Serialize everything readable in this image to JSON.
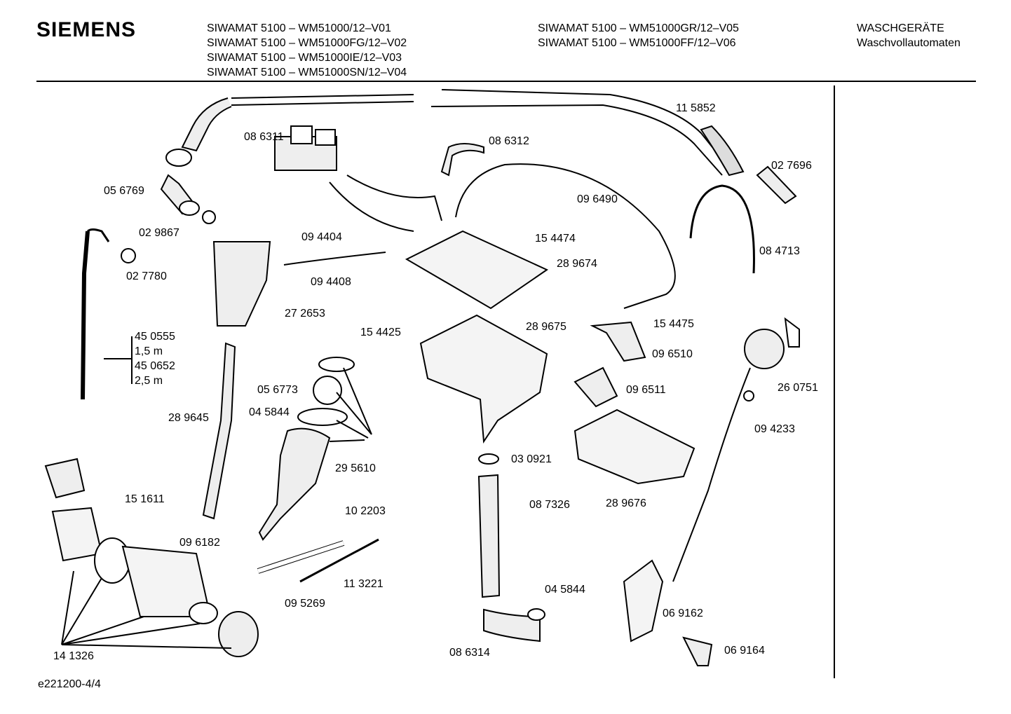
{
  "header": {
    "brand": "SIEMENS",
    "models_left": [
      "SIWAMAT 5100 – WM51000/12–V01",
      "SIWAMAT 5100 – WM51000FG/12–V02",
      "SIWAMAT 5100 – WM51000IE/12–V03",
      "SIWAMAT 5100 – WM51000SN/12–V04"
    ],
    "models_right": [
      "SIWAMAT 5100 – WM51000GR/12–V05",
      "SIWAMAT 5100 – WM51000FF/12–V06"
    ],
    "category": [
      "WASCHGERÄTE",
      "Waschvollautomaten"
    ]
  },
  "parts": [
    {
      "id": "p115852",
      "label": "11 5852"
    },
    {
      "id": "p086311",
      "label": "08 6311"
    },
    {
      "id": "p086312",
      "label": "08 6312"
    },
    {
      "id": "p027696",
      "label": "02 7696"
    },
    {
      "id": "p056769",
      "label": "05 6769"
    },
    {
      "id": "p096490",
      "label": "09 6490"
    },
    {
      "id": "p029867",
      "label": "02 9867"
    },
    {
      "id": "p094404",
      "label": "09 4404"
    },
    {
      "id": "p154474",
      "label": "15 4474"
    },
    {
      "id": "p084713",
      "label": "08 4713"
    },
    {
      "id": "p027780",
      "label": "02 7780"
    },
    {
      "id": "p289674",
      "label": "28 9674"
    },
    {
      "id": "p094408",
      "label": "09 4408"
    },
    {
      "id": "p272653",
      "label": "27 2653"
    },
    {
      "id": "p154475",
      "label": "15 4475"
    },
    {
      "id": "p289675",
      "label": "28 9675"
    },
    {
      "id": "p154425",
      "label": "15 4425"
    },
    {
      "id": "p450555",
      "label": "45 0555"
    },
    {
      "id": "p15m",
      "label": "1,5 m"
    },
    {
      "id": "p450652",
      "label": "45 0652"
    },
    {
      "id": "p25m",
      "label": "2,5 m"
    },
    {
      "id": "p096510",
      "label": "09 6510"
    },
    {
      "id": "p260751",
      "label": "26 0751"
    },
    {
      "id": "p056773",
      "label": "05 6773"
    },
    {
      "id": "p096511",
      "label": "09 6511"
    },
    {
      "id": "p045844a",
      "label": "04 5844"
    },
    {
      "id": "p289645",
      "label": "28 9645"
    },
    {
      "id": "p094233",
      "label": "09 4233"
    },
    {
      "id": "p295610",
      "label": "29 5610"
    },
    {
      "id": "p030921",
      "label": "03 0921"
    },
    {
      "id": "p289676",
      "label": "28 9676"
    },
    {
      "id": "p151611",
      "label": "15 1611"
    },
    {
      "id": "p087326",
      "label": "08 7326"
    },
    {
      "id": "p102203",
      "label": "10 2203"
    },
    {
      "id": "p096182",
      "label": "09 6182"
    },
    {
      "id": "p113221",
      "label": "11 3221"
    },
    {
      "id": "p045844b",
      "label": "04 5844"
    },
    {
      "id": "p095269",
      "label": "09 5269"
    },
    {
      "id": "p069162",
      "label": "06 9162"
    },
    {
      "id": "p069164",
      "label": "06 9164"
    },
    {
      "id": "p141326",
      "label": "14 1326"
    },
    {
      "id": "p086314",
      "label": "08 6314"
    }
  ],
  "footer": {
    "code": "e221200-4/4"
  }
}
